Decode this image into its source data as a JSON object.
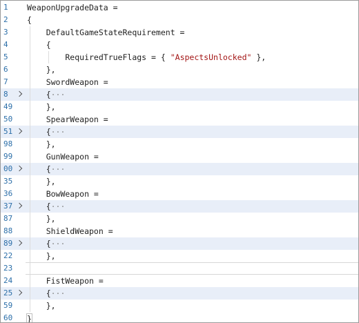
{
  "lines": [
    {
      "num": "1",
      "text": "WeaponUpgradeData =",
      "fold": "",
      "folded": false
    },
    {
      "num": "2",
      "text": "{",
      "fold": "",
      "folded": false
    },
    {
      "num": "3",
      "text": "    DefaultGameStateRequirement =",
      "fold": "",
      "folded": false
    },
    {
      "num": "4",
      "text": "    {",
      "fold": "",
      "folded": false
    },
    {
      "num": "5",
      "text": "        RequiredTrueFlags = { ",
      "str": "\"AspectsUnlocked\"",
      "tail": " },",
      "fold": "",
      "folded": false
    },
    {
      "num": "6",
      "text": "    },",
      "fold": "",
      "folded": false
    },
    {
      "num": "7",
      "text": "    SwordWeapon =",
      "fold": "",
      "folded": false
    },
    {
      "num": "8",
      "text": "    {",
      "ellipsis": "···",
      "fold": "chev",
      "folded": true
    },
    {
      "num": "49",
      "text": "    },",
      "fold": "",
      "folded": false
    },
    {
      "num": "50",
      "text": "    SpearWeapon =",
      "fold": "",
      "folded": false
    },
    {
      "num": "51",
      "text": "    {",
      "ellipsis": "···",
      "fold": "chev",
      "folded": true
    },
    {
      "num": "98",
      "text": "    },",
      "fold": "",
      "folded": false
    },
    {
      "num": "99",
      "text": "    GunWeapon =",
      "fold": "",
      "folded": false
    },
    {
      "num": "00",
      "text": "    {",
      "ellipsis": "···",
      "fold": "chev",
      "folded": true
    },
    {
      "num": "35",
      "text": "    },",
      "fold": "",
      "folded": false
    },
    {
      "num": "36",
      "text": "    BowWeapon =",
      "fold": "",
      "folded": false
    },
    {
      "num": "37",
      "text": "    {",
      "ellipsis": "···",
      "fold": "chev",
      "folded": true
    },
    {
      "num": "87",
      "text": "    },",
      "fold": "",
      "folded": false
    },
    {
      "num": "88",
      "text": "    ShieldWeapon =",
      "fold": "",
      "folded": false
    },
    {
      "num": "89",
      "text": "    {",
      "ellipsis": "···",
      "fold": "chev",
      "folded": true
    },
    {
      "num": "22",
      "text": "    },",
      "fold": "",
      "folded": false
    },
    {
      "num": "23",
      "text": "",
      "fold": "",
      "folded": false,
      "cursor": true
    },
    {
      "num": "24",
      "text": "    FistWeapon =",
      "fold": "",
      "folded": false
    },
    {
      "num": "25",
      "text": "    {",
      "ellipsis": "···",
      "fold": "chev",
      "folded": true
    },
    {
      "num": "59",
      "text": "    },",
      "fold": "",
      "folded": false
    },
    {
      "num": "60",
      "text": "}",
      "fold": "",
      "folded": false,
      "lastbrace": true
    }
  ]
}
